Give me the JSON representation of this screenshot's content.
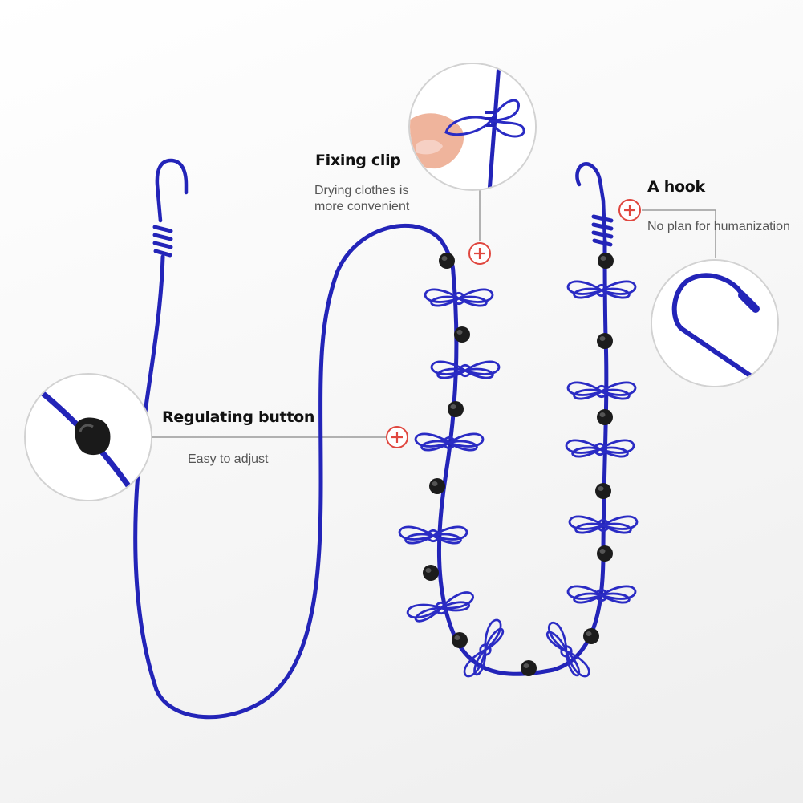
{
  "annotations": {
    "fixing_clip": {
      "title": "Fixing clip",
      "description_line1": "Drying clothes is",
      "description_line2": "more convenient"
    },
    "hook": {
      "title": "A hook",
      "description": "No plan for humanization"
    },
    "regulating_button": {
      "title": "Regulating button",
      "description": "Easy to adjust"
    }
  },
  "colors": {
    "rope": "#2324b8",
    "clip": "#2a2bc4",
    "bead": "#1a1a1a",
    "plus_marker": "#e0473f",
    "leader_line": "#9a9a9a",
    "background": "#ffffff"
  },
  "icons": [
    "plus-marker-icon"
  ]
}
